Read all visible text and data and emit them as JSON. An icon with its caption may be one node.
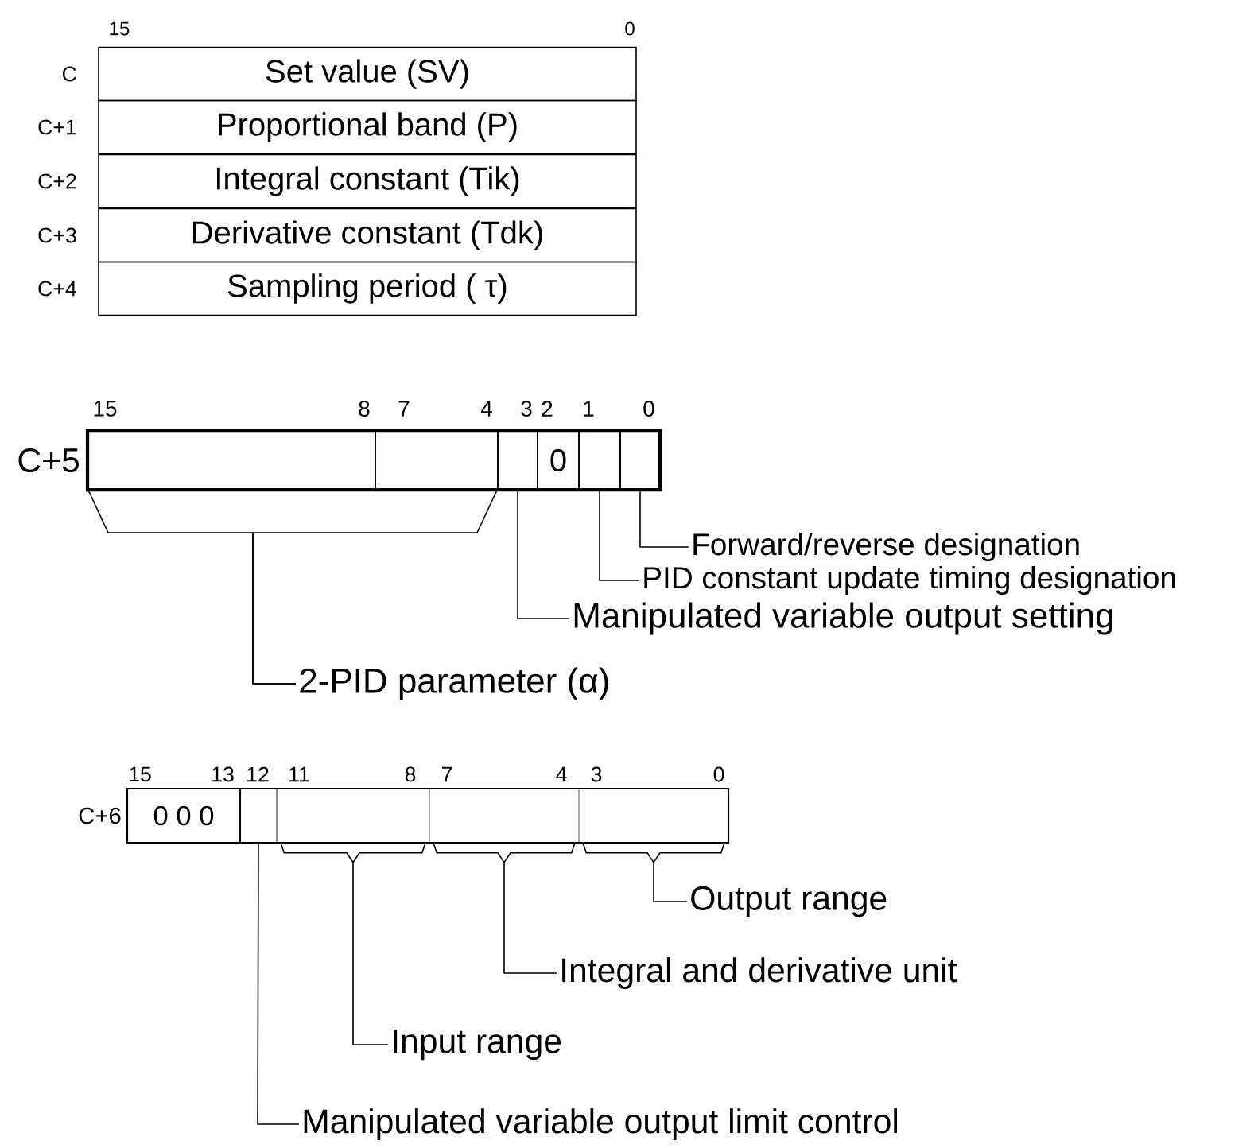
{
  "diagram": {
    "nodes": [
      {
        "text": [
          "Set value (SV)"
        ]
      },
      {
        "text": [
          "Proportional band (P)"
        ]
      },
      {
        "text": [
          "Integral constant (Tik)"
        ]
      },
      {
        "text": [
          "Derivative constant (Tdk)"
        ]
      },
      {
        "text": [
          "Sampling period ( τ)"
        ]
      },
      {
        "text": [],
        "shape": "box"
      },
      {
        "text": [],
        "shape": "box"
      },
      {
        "text": [],
        "shape": "box"
      },
      {
        "text": [
          "0"
        ]
      },
      {
        "text": [],
        "shape": "box"
      },
      {
        "text": [],
        "shape": "box"
      },
      {
        "text": [
          "Forward/reverse designation"
        ]
      },
      {
        "text": [
          "PID constant update timing designation"
        ]
      },
      {
        "text": [
          "Manipulated variable output setting"
        ]
      },
      {
        "text": [
          "2-PID parameter (α)"
        ]
      },
      {
        "text": [
          "0 0 0"
        ]
      },
      {
        "text": [],
        "shape": "box"
      },
      {
        "text": [],
        "shape": "box"
      },
      {
        "text": [],
        "shape": "box"
      },
      {
        "text": [],
        "shape": "box"
      },
      {
        "text": [
          "Output range"
        ]
      },
      {
        "text": [
          "Integral and derivative unit"
        ]
      },
      {
        "text": [
          "Input range"
        ]
      },
      {
        "text": [
          "Manipulated variable output limit control"
        ]
      }
    ],
    "edges": [
      {
        "from": 11,
        "to": 10,
        "arrow": "none"
      },
      {
        "from": 12,
        "to": 9,
        "arrow": "none"
      },
      {
        "from": 13,
        "to": 7,
        "arrow": "none"
      },
      {
        "from": 14,
        "to": 5,
        "arrow": "none"
      },
      {
        "from": 14,
        "to": 6,
        "arrow": "none"
      },
      {
        "from": 20,
        "to": 19,
        "arrow": "none"
      },
      {
        "from": 21,
        "to": 18,
        "arrow": "none"
      },
      {
        "from": 22,
        "to": 17,
        "arrow": "none"
      },
      {
        "from": 23,
        "to": 16,
        "arrow": "none"
      }
    ],
    "labels": [
      "15",
      "0",
      "C",
      "C+1",
      "C+2",
      "C+3",
      "C+4",
      "15",
      "8",
      "7",
      "4",
      "3",
      "2",
      "1",
      "0",
      "C+5",
      "15",
      "13",
      "12",
      "11",
      "8",
      "7",
      "4",
      "3",
      "0",
      "C+6"
    ]
  }
}
